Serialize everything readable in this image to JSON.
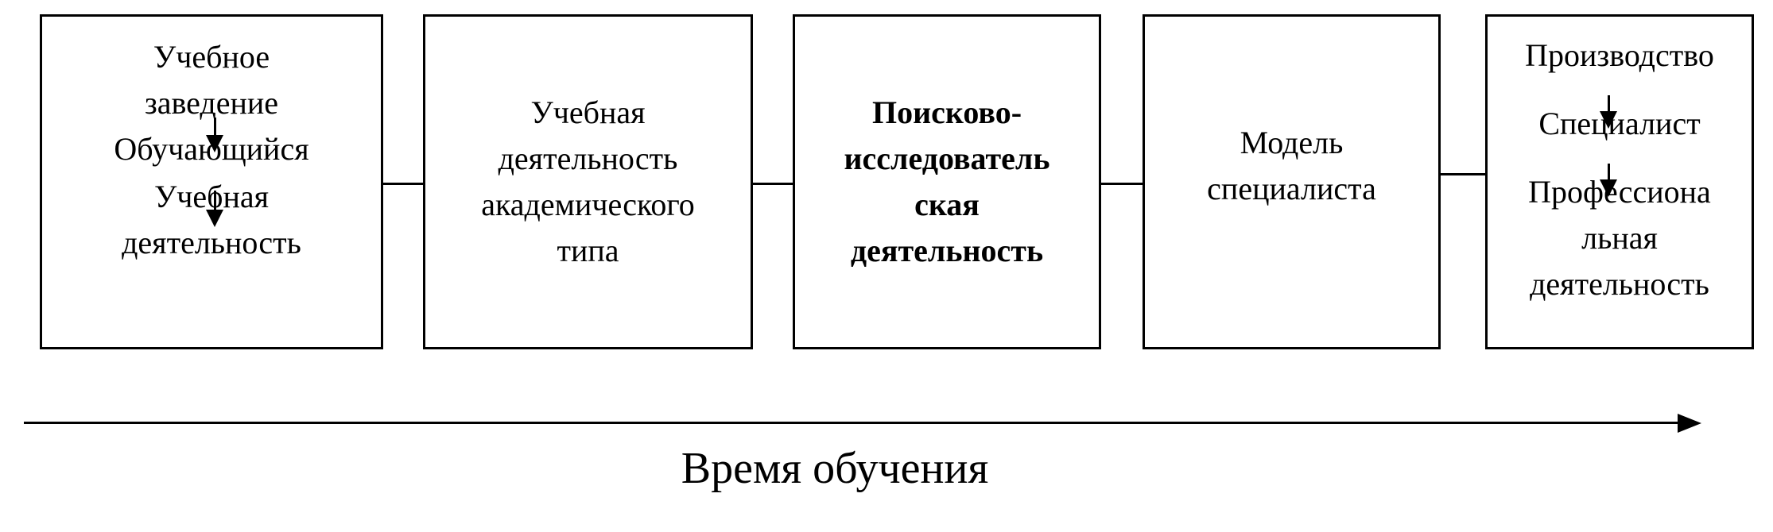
{
  "blocks": [
    {
      "lines": [
        "Учебное",
        "заведение",
        "Обучающийся",
        "Учебная",
        "деятельность"
      ]
    },
    {
      "lines": [
        "Учебная",
        "деятельность",
        "академического",
        "типа"
      ]
    },
    {
      "lines": [
        "Поисково-",
        "исследователь",
        "ская",
        "деятельность"
      ]
    },
    {
      "lines": [
        "Модель",
        "специалиста"
      ]
    },
    {
      "lines": [
        "Производство",
        "Специалист",
        "Профессиона",
        "льная",
        "деятельность"
      ]
    }
  ],
  "axis_label": "Время обучения"
}
